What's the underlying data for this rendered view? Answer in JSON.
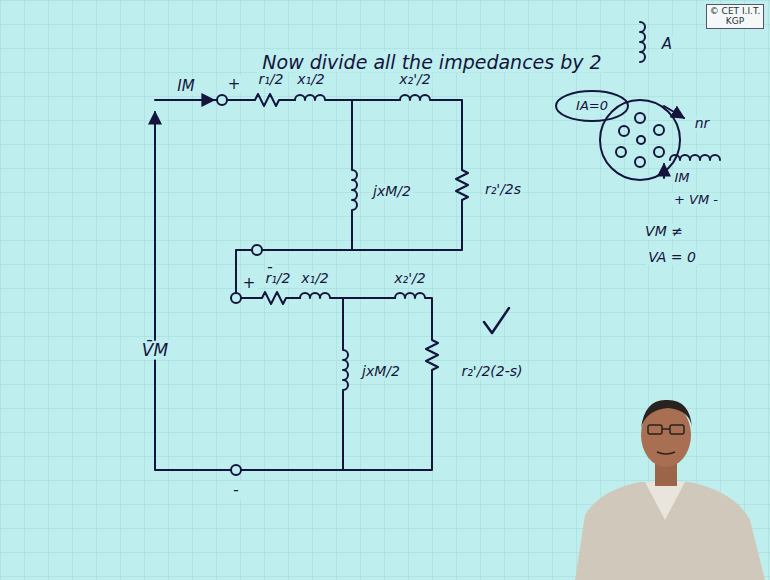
{
  "diagram": {
    "title": "Now divide all the impedances by 2",
    "labels": [
      "© CET I.I.T. KGP",
      "IM",
      "+",
      "r₁/2",
      "x₁/2",
      "x₂'/2",
      "jxM/2",
      "r₂'/2s",
      "-",
      "V̄M",
      "+",
      "r₁/2",
      "x₁/2",
      "x₂'/2",
      "jxM/2",
      "r₂'/2(2-s)",
      "-",
      "A",
      "IA=0",
      "nr",
      "IM",
      "+ VM -",
      "VM ≠",
      "VA = 0"
    ]
  }
}
